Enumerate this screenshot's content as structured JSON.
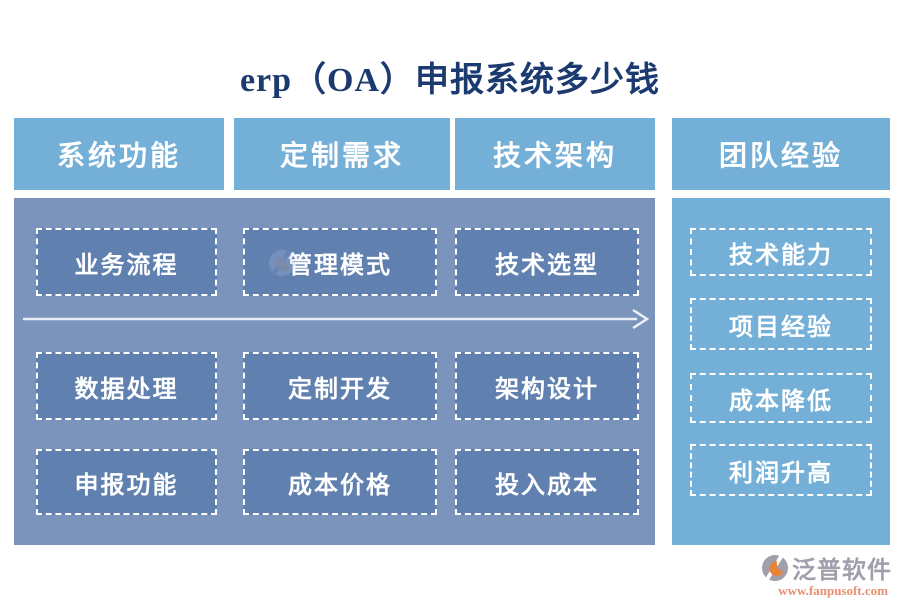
{
  "title": "erp（OA）申报系统多少钱",
  "tabs": [
    {
      "label": "系统功能"
    },
    {
      "label": "定制需求"
    },
    {
      "label": "技术架构"
    },
    {
      "label": "团队经验"
    }
  ],
  "main": {
    "columns": [
      {
        "tab": "系统功能",
        "items": [
          "业务流程",
          "数据处理",
          "申报功能"
        ]
      },
      {
        "tab": "定制需求",
        "items": [
          "管理模式",
          "定制开发",
          "成本价格"
        ]
      },
      {
        "tab": "技术架构",
        "items": [
          "技术选型",
          "架构设计",
          "投入成本"
        ]
      }
    ],
    "arrow": "left-to-right"
  },
  "right_panel": {
    "tab": "团队经验",
    "items": [
      "技术能力",
      "项目经验",
      "成本降低",
      "利润升高"
    ]
  },
  "footer": {
    "brand": "泛普软件",
    "url": "www.fanpusoft.com"
  },
  "icons": {
    "arrow": "right-arrow",
    "logo": "fanpu-logo"
  },
  "colors": {
    "title": "#1b3a70",
    "tab_bg": "#74afd7",
    "panel_bg": "#7a94bc",
    "box_bg": "#6080b0",
    "box_border": "#ffffff",
    "arrow": "#eaeff5",
    "brand_text": "#9fa0ac",
    "brand_url": "#e78f74",
    "brand_orange": "#e8833a"
  }
}
